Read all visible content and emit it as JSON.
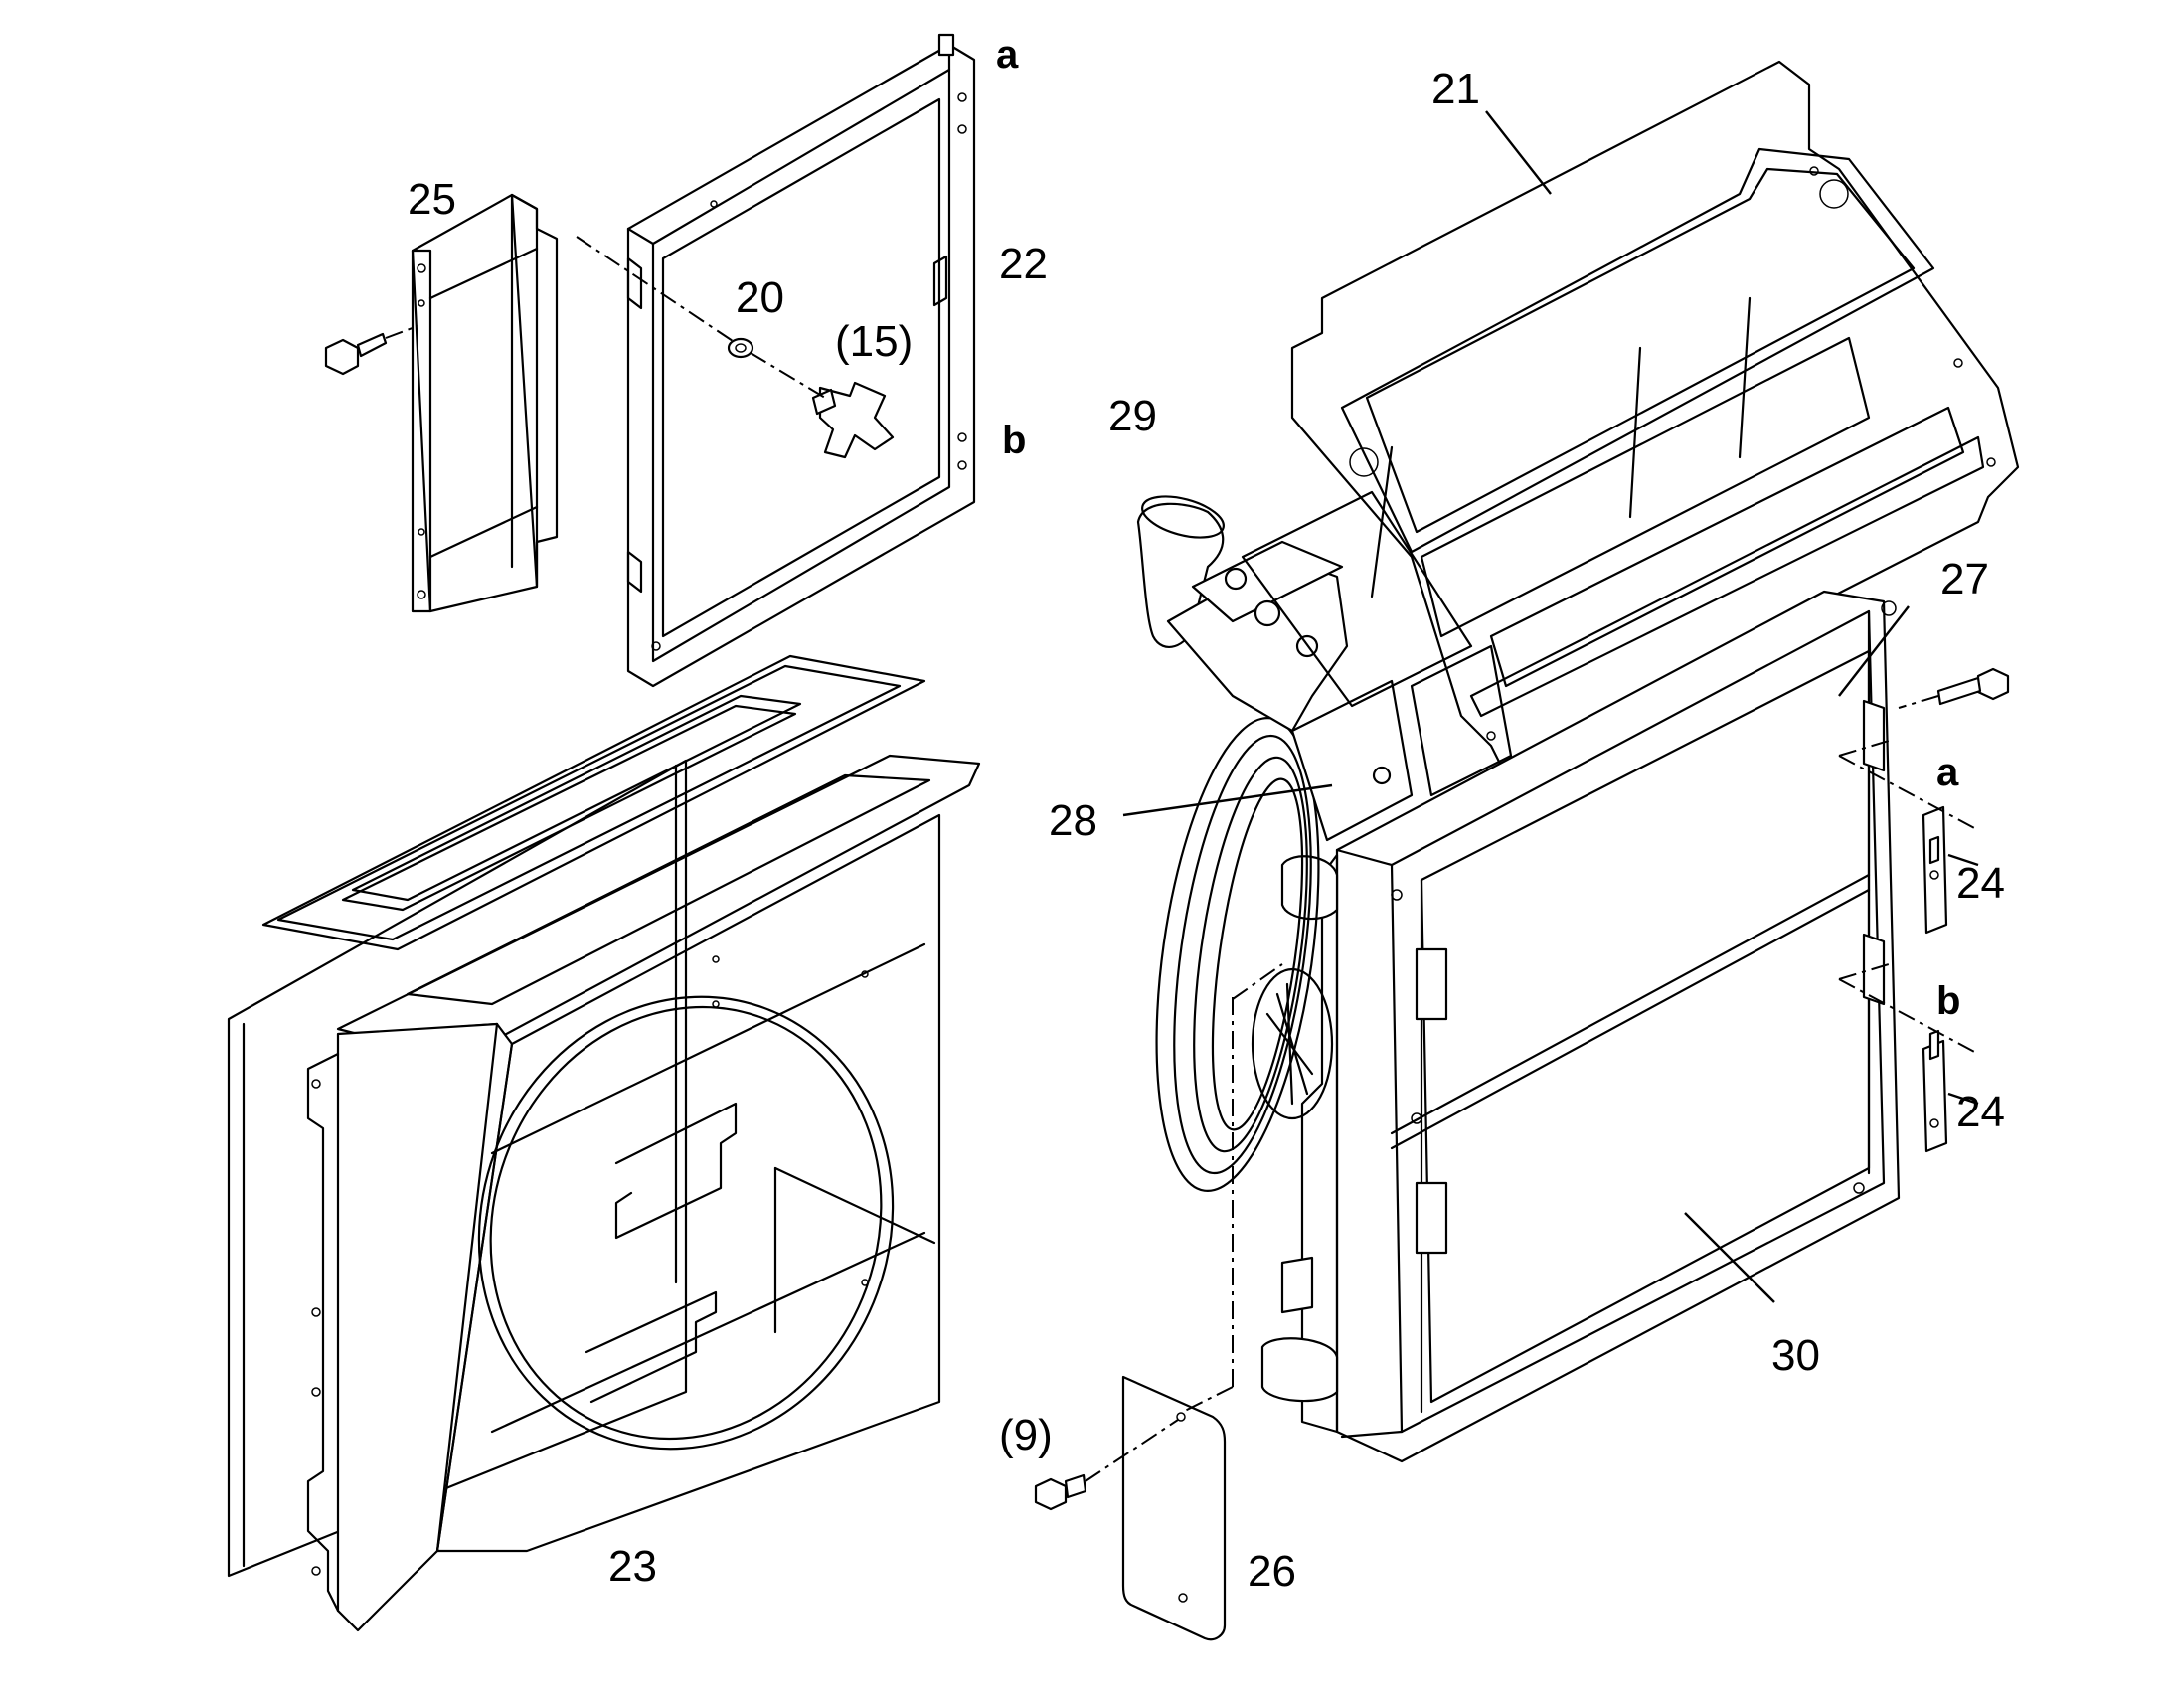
{
  "diagram": {
    "callouts": {
      "n21": "21",
      "n22": "22",
      "n20": "20",
      "n15": "(15)",
      "n25": "25",
      "n29": "29",
      "n27": "27",
      "n28": "28",
      "n24a": "24",
      "n24b": "24",
      "n30": "30",
      "n9": "(9)",
      "n23": "23",
      "n26": "26"
    },
    "letters": {
      "a_top": "a",
      "b_top": "b",
      "a_right": "a",
      "b_right": "b"
    }
  }
}
